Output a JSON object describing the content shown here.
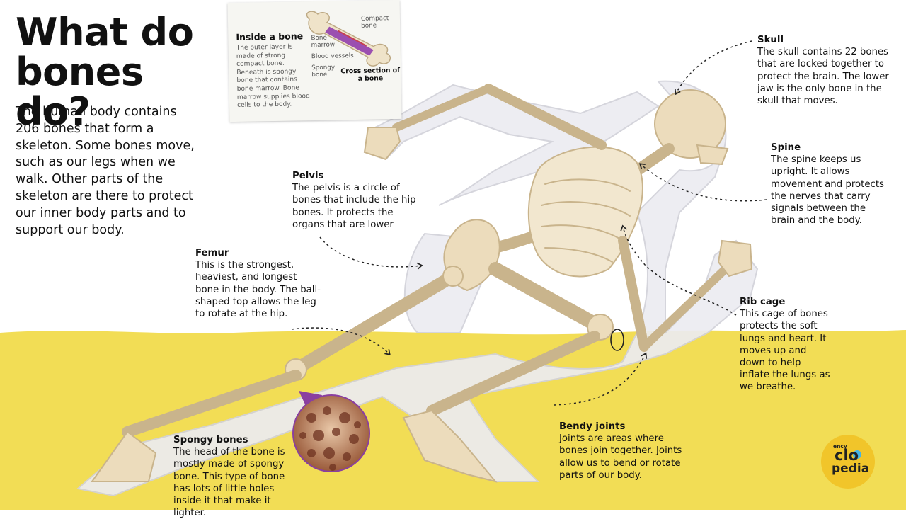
{
  "title": "What do bones do?",
  "intro": "The human body contains 206 bones that form a skeleton. Some bones move, such as our legs when we walk. Other parts of the skeleton are there to protect our inner body parts and to support our body.",
  "inset": {
    "title": "Inside a bone",
    "body": "The outer layer is made of strong compact bone. Beneath is spongy bone that contains bone marrow. Bone marrow supplies blood cells to the body.",
    "labels": {
      "compact": "Compact bone",
      "marrow": "Bone marrow",
      "vessels": "Blood vessels",
      "spongy": "Spongy bone",
      "cross": "Cross section of a bone"
    }
  },
  "labels": {
    "skull": {
      "title": "Skull",
      "body": "The skull contains 22 bones that are locked together to protect the brain. The lower jaw is the only bone in the skull that moves."
    },
    "spine": {
      "title": "Spine",
      "body": "The spine keeps us upright. It allows movement and protects the nerves that carry signals between the brain and the body."
    },
    "pelvis": {
      "title": "Pelvis",
      "body": "The pelvis is a circle of bones that include the hip bones. It protects the organs that are lower"
    },
    "femur": {
      "title": "Femur",
      "body": "This is the strongest, heaviest, and longest bone in the body. The ball-shaped top allows the leg to rotate at the hip."
    },
    "ribcage": {
      "title": "Rib cage",
      "body": "This cage of bones protects the soft lungs and heart. It moves up and down to help inflate the lungs as we breathe."
    },
    "spongy": {
      "title": "Spongy bones",
      "body": "The head of the bone is mostly made of spongy bone. This type of bone has lots of little holes inside it that make it lighter."
    },
    "joints": {
      "title": "Bendy joints",
      "body": "Joints are areas where bones join together. Joints allow us to bend or rotate parts of our body."
    }
  },
  "logo": {
    "top": "ency",
    "mid": "clo",
    "bottom": "pedia"
  },
  "colors": {
    "ground": "#f2dd55",
    "bone": "#ecdcbc",
    "bone_outline": "#c9b48c",
    "body": "#e9e9ee",
    "accent_purple": "#8a3fa0",
    "logo": "#f1c52a",
    "logo_dot": "#44b4e8"
  }
}
